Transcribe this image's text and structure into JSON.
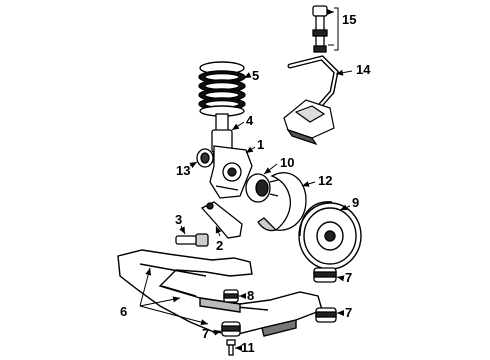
{
  "diagram": {
    "callouts": [
      {
        "id": "c1",
        "label": "1"
      },
      {
        "id": "c2",
        "label": "2"
      },
      {
        "id": "c3",
        "label": "3"
      },
      {
        "id": "c4",
        "label": "4"
      },
      {
        "id": "c5",
        "label": "5"
      },
      {
        "id": "c6",
        "label": "6"
      },
      {
        "id": "c7a",
        "label": "7"
      },
      {
        "id": "c7b",
        "label": "7"
      },
      {
        "id": "c7c",
        "label": "7"
      },
      {
        "id": "c8",
        "label": "8"
      },
      {
        "id": "c9",
        "label": "9"
      },
      {
        "id": "c10",
        "label": "10"
      },
      {
        "id": "c11",
        "label": "11"
      },
      {
        "id": "c12",
        "label": "12"
      },
      {
        "id": "c13",
        "label": "13"
      },
      {
        "id": "c14",
        "label": "14"
      },
      {
        "id": "c15",
        "label": "15"
      }
    ]
  }
}
